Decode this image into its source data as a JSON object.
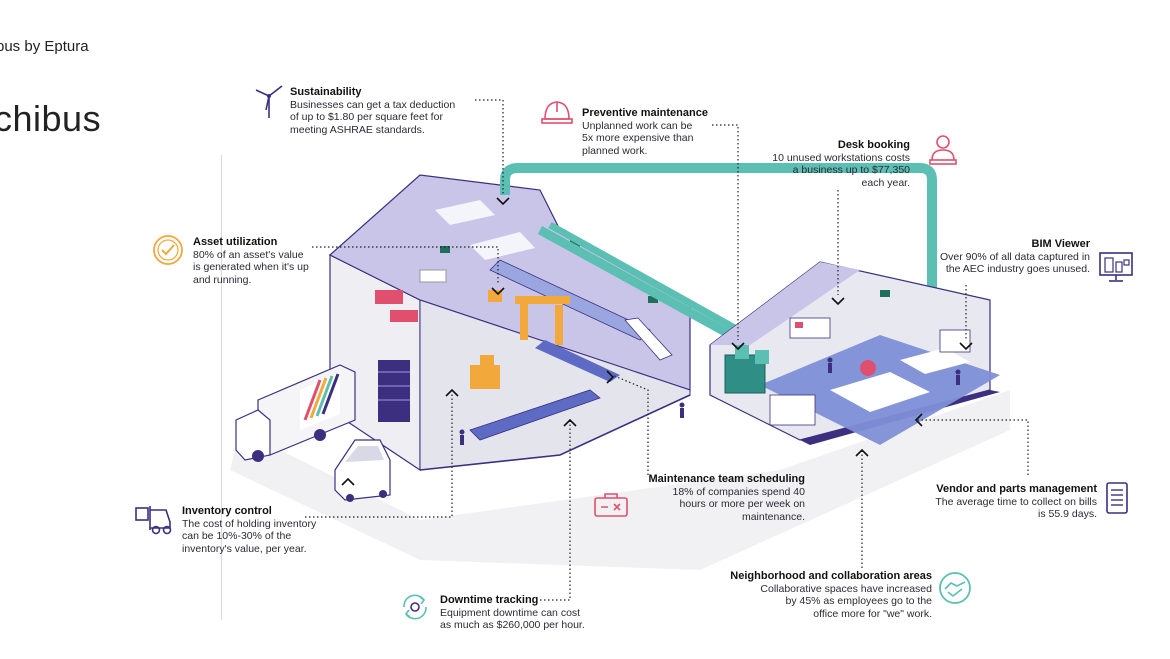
{
  "brand": "bus by Eptura",
  "title": "chibus",
  "colors": {
    "accent": "#e0506e",
    "purple": "#3c2f80",
    "teal": "#5bbfb3",
    "orange": "#f2a83a",
    "floor_blue": "#7e8fd6"
  },
  "callouts": {
    "sustainability": {
      "heading": "Sustainability",
      "text": "Businesses can get a tax deduction\nof up to $1.80 per square feet for\nmeeting ASHRAE standards.",
      "icon": "wind-turbine-icon"
    },
    "preventive": {
      "heading": "Preventive maintenance",
      "text": "Unplanned work can be\n5x more expensive than\nplanned work.",
      "icon": "hard-hat-icon"
    },
    "desk": {
      "heading": "Desk booking",
      "text": "10 unused workstations costs\na business up to $77,350\neach year.",
      "icon": "desk-user-icon"
    },
    "asset": {
      "heading": "Asset utilization",
      "text": "80% of an asset's value\nis generated when it's up\nand running.",
      "icon": "check-badge-icon"
    },
    "bim": {
      "heading": "BIM Viewer",
      "text": "Over 90% of all data captured in\nthe AEC industry goes unused.",
      "icon": "building-monitor-icon"
    },
    "inventory": {
      "heading": "Inventory control",
      "text": "The cost of holding inventory\ncan be 10%-30% of the\ninventory's value, per year.",
      "icon": "forklift-icon"
    },
    "team": {
      "heading": "Maintenance team scheduling",
      "text": "18% of companies spend 40\nhours or more per week on\nmaintenance.",
      "icon": "toolbox-icon"
    },
    "vendor": {
      "heading": "Vendor and parts management",
      "text": "The average time to collect on bills\nis 55.9 days.",
      "icon": "invoice-icon"
    },
    "neighborhood": {
      "heading": "Neighborhood and collaboration areas",
      "text": "Collaborative spaces have increased\nby 45% as employees go to the\noffice more for \"we\" work.",
      "icon": "handshake-icon"
    },
    "downtime": {
      "heading": "Downtime tracking",
      "text": "Equipment downtime can cost\nas much as $260,000 per hour.",
      "icon": "gear-cycle-icon"
    }
  }
}
